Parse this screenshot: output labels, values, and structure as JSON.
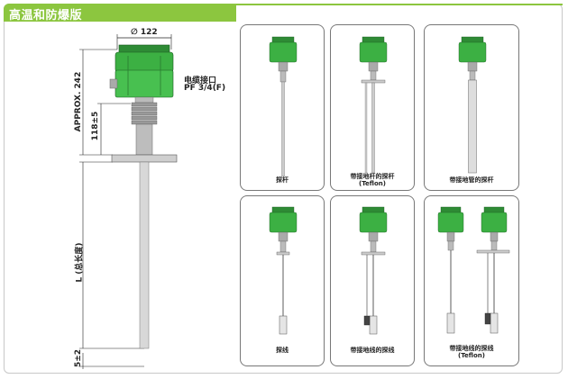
{
  "header": {
    "title": "高温和防爆版"
  },
  "diagram": {
    "diameter": "∅ 122",
    "cable_label_line1": "电缆接口",
    "cable_label_line2": "PF 3/4(F)",
    "approx": "APPROX. 242",
    "height_118": "118±5",
    "length_label": "L (总长度)",
    "tol_5": "5±2"
  },
  "panels": [
    {
      "caption": "探杆",
      "sub": ""
    },
    {
      "caption": "带接地杆的探杆",
      "sub": "(Teflon)"
    },
    {
      "caption": "带接地管的探杆",
      "sub": ""
    },
    {
      "caption": "探线",
      "sub": ""
    },
    {
      "caption": "带接地线的探线",
      "sub": ""
    },
    {
      "caption": "带接地线的探线",
      "sub": "(Teflon)"
    }
  ],
  "colors": {
    "accent": "#8cc63f",
    "housing": "#3cb043"
  }
}
